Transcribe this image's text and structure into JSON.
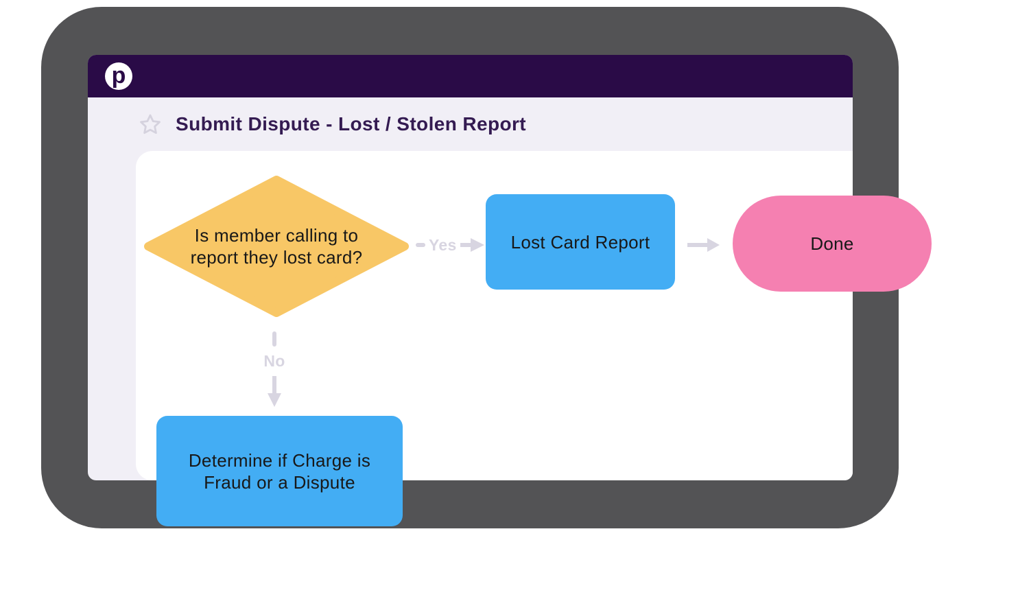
{
  "window": {
    "brand_logo_letter": "p",
    "page_title": "Submit Dispute - Lost / Stolen Report"
  },
  "flowchart": {
    "decision": {
      "line1": "Is member calling to",
      "line2": "report they lost card?"
    },
    "connectors": {
      "yes_label": "Yes",
      "no_label": "No"
    },
    "lost_card_report": {
      "label": "Lost Card Report"
    },
    "done": {
      "label": "Done"
    },
    "determine": {
      "line1": "Determine if Charge is",
      "line2": "Fraud or a Dispute"
    }
  },
  "colors": {
    "frame_gray": "#535355",
    "header_purple": "#2A0B47",
    "titlebar_lavender": "#F1EFF6",
    "title_text_purple": "#341B52",
    "decision_yellow": "#F8C766",
    "process_blue": "#43ADF4",
    "terminal_pink": "#F580B1",
    "connector_gray": "#D8D5E1",
    "node_text": "#181818",
    "canvas_white": "#FFFFFF"
  }
}
